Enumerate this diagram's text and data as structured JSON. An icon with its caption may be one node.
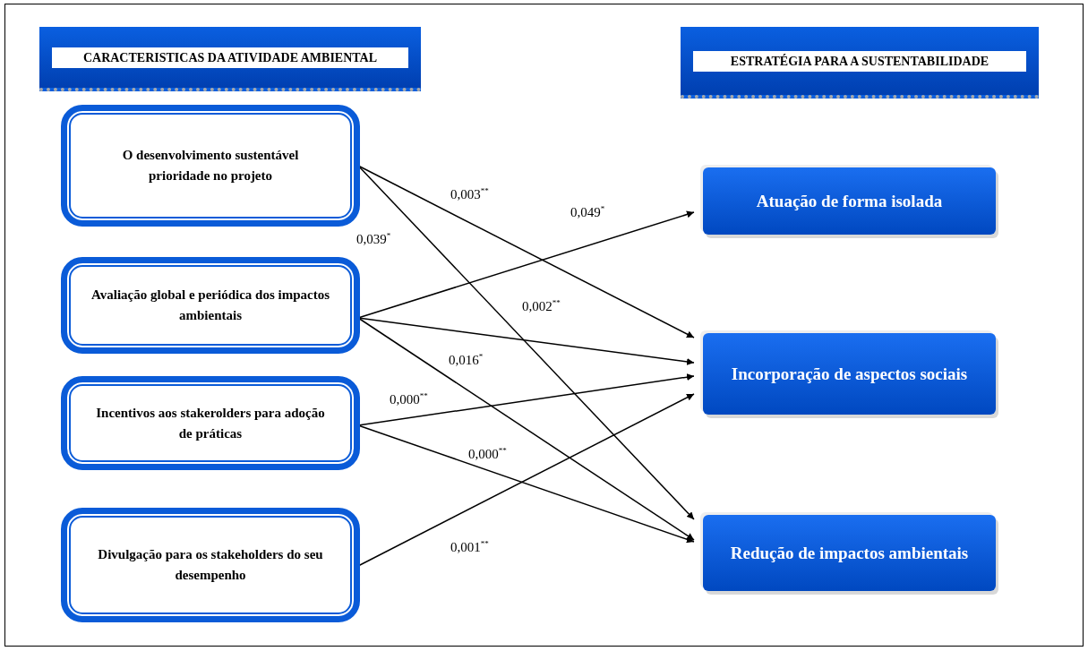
{
  "diagram": {
    "nodes": [
      {
        "text": [
          "CARACTERISTICAS  DA ATIVIDADE AMBIENTAL"
        ]
      },
      {
        "text": [
          "ESTRATÉGIA PARA A SUSTENTABILIDADE"
        ]
      },
      {
        "text": [
          "O desenvolvimento sustentável prioridade no projeto"
        ]
      },
      {
        "text": [
          "Avaliação global e periódica dos impactos ambientais"
        ]
      },
      {
        "text": [
          "Incentivos aos stakerolders para adoção de práticas"
        ]
      },
      {
        "text": [
          "Divulgação para os stakeholders do seu desempenho"
        ]
      },
      {
        "text": [
          "Atuação de forma isolada"
        ]
      },
      {
        "text": [
          "Incorporação de aspectos sociais"
        ]
      },
      {
        "text": [
          "Redução de impactos ambientais"
        ]
      }
    ],
    "edges": [
      {
        "from": 2,
        "to": 7,
        "arrow": "to",
        "label": "0,003$^{**}$"
      },
      {
        "from": 2,
        "to": 8,
        "arrow": "to",
        "label": "0,039$^{*}$"
      },
      {
        "from": 3,
        "to": 6,
        "arrow": "to",
        "label": "0,049$^{*}$"
      },
      {
        "from": 3,
        "to": 7,
        "arrow": "to",
        "label": "0,002$^{**}$"
      },
      {
        "from": 3,
        "to": 8,
        "arrow": "to",
        "label": "0,016$^{*}$"
      },
      {
        "from": 4,
        "to": 7,
        "arrow": "to",
        "label": "0,000$^{**}$"
      },
      {
        "from": 4,
        "to": 8,
        "arrow": "to",
        "label": "0,000$^{**}$"
      },
      {
        "from": 5,
        "to": 7,
        "arrow": "to",
        "label": "0,001$^{**}$"
      }
    ]
  }
}
